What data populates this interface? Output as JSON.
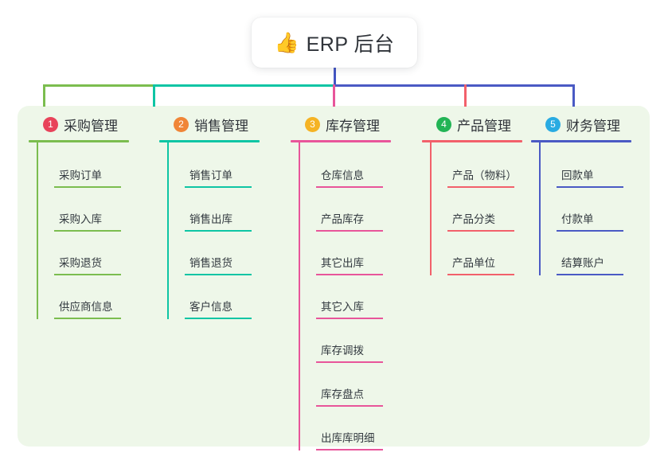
{
  "root": {
    "icon": "thumbs-up-icon",
    "emoji": "👍",
    "title": "ERP 后台"
  },
  "palette": {
    "panel_background": "#eef7e9",
    "page_background": "#ffffff",
    "root_text": "#2f3339",
    "root_stem": "#4355c3"
  },
  "columns": [
    {
      "number": "1",
      "title": "采购管理",
      "badge_color": "#e8435a",
      "accent_color": "#7bbd4f",
      "items": [
        "采购订单",
        "采购入库",
        "采购退货",
        "供应商信息"
      ]
    },
    {
      "number": "2",
      "title": "销售管理",
      "badge_color": "#f08537",
      "accent_color": "#0ec5a4",
      "items": [
        "销售订单",
        "销售出库",
        "销售退货",
        "客户信息"
      ]
    },
    {
      "number": "3",
      "title": "库存管理",
      "badge_color": "#f5b324",
      "accent_color": "#e8559a",
      "items": [
        "仓库信息",
        "产品库存",
        "其它出库",
        "其它入库",
        "库存调拨",
        "库存盘点",
        "出库库明细"
      ]
    },
    {
      "number": "4",
      "title": "产品管理",
      "badge_color": "#22b455",
      "accent_color": "#f2606b",
      "items": [
        "产品（物料）",
        "产品分类",
        "产品单位"
      ]
    },
    {
      "number": "5",
      "title": "财务管理",
      "badge_color": "#29abe2",
      "accent_color": "#4a5ac4",
      "items": [
        "回款单",
        "付款单",
        "结算账户"
      ]
    }
  ]
}
